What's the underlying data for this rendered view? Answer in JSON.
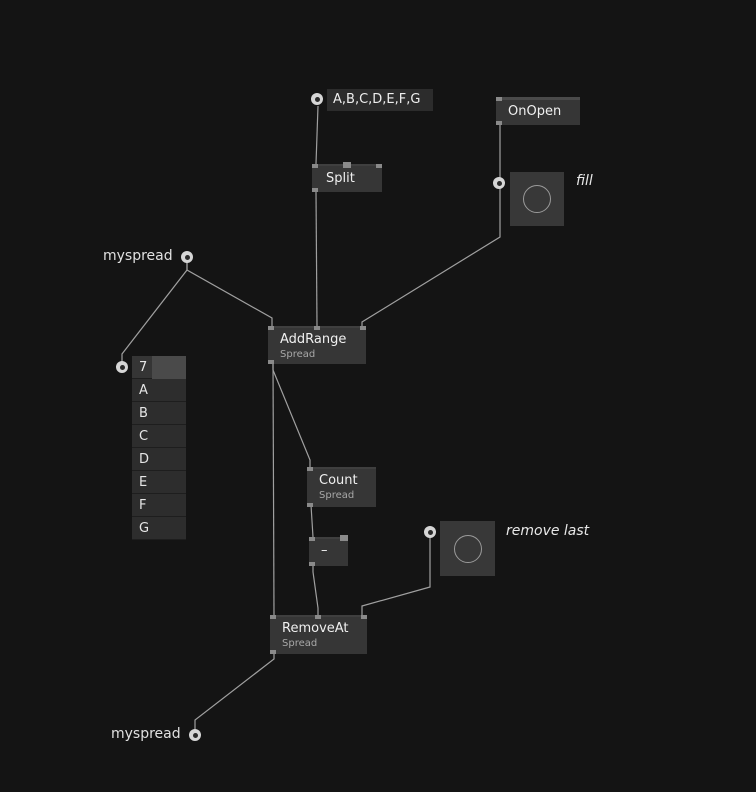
{
  "nodes": {
    "string_input": {
      "value": "A,B,C,D,E,F,G"
    },
    "split": {
      "title": "Split"
    },
    "onopen": {
      "title": "OnOpen"
    },
    "addrange": {
      "title": "AddRange",
      "category": "Spread"
    },
    "count": {
      "title": "Count",
      "category": "Spread"
    },
    "minus": {
      "title": "–"
    },
    "removeat": {
      "title": "RemoveAt",
      "category": "Spread"
    }
  },
  "labels": {
    "myspread_top": "myspread",
    "myspread_bottom": "myspread"
  },
  "comments": {
    "fill": "fill",
    "remove_last": "remove last"
  },
  "spread_display": {
    "count": "7",
    "items": [
      "A",
      "B",
      "C",
      "D",
      "E",
      "F",
      "G"
    ]
  },
  "icons": {
    "io_pin": "circle-pin-icon",
    "bang_button": "circle-ring-icon"
  },
  "colors": {
    "background": "#141414",
    "node": "#363636",
    "wire": "#a0a0a0"
  }
}
